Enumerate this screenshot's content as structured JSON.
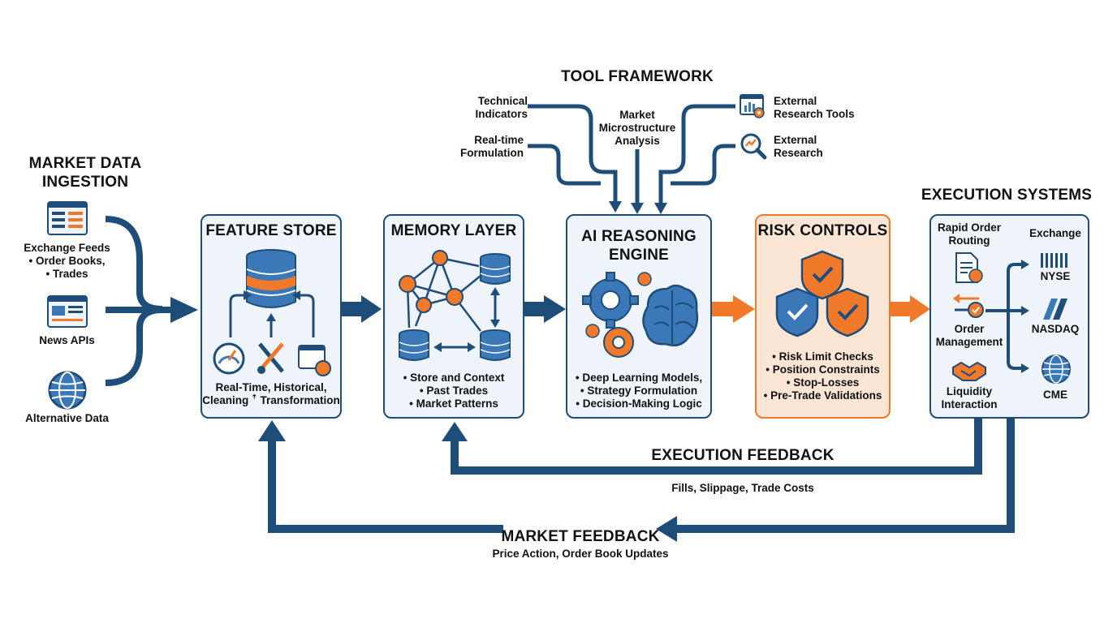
{
  "tool_framework": {
    "title": "TOOL FRAMEWORK",
    "technical_indicators": "Technical\nIndicators",
    "realtime_formulation": "Real-time\nFormulation",
    "market_microstructure": "Market\nMicrostructure\nAnalysis",
    "external_research_tools": "External\nResearch Tools",
    "external_research": "External\nResearch"
  },
  "ingestion": {
    "title": "MARKET DATA\nINGESTION",
    "exchange_feeds": "Exchange Feeds\n• Order Books,\n• Trades",
    "news_apis": "News APIs",
    "alternative_data": "Alternative Data"
  },
  "feature_store": {
    "title": "FEATURE STORE",
    "desc": "Real-Time, Historical,\nCleaning ꜛ Transformation"
  },
  "memory_layer": {
    "title": "MEMORY LAYER",
    "desc": "• Store and Context\n• Past Trades\n• Market Patterns"
  },
  "ai_engine": {
    "title": "AI REASONING\nENGINE",
    "desc": "• Deep Learning Models,\n• Strategy Formulation\n• Decision-Making Logic"
  },
  "risk_controls": {
    "title": "RISK CONTROLS",
    "desc": "• Risk Limit Checks\n• Position Constraints\n• Stop-Losses\n• Pre-Trade Validations"
  },
  "execution": {
    "title": "EXECUTION SYSTEMS",
    "rapid_routing": "Rapid Order\nRouting",
    "order_management": "Order\nManagement",
    "liquidity": "Liquidity\nInteraction",
    "exchange_label": "Exchange",
    "nyse": "NYSE",
    "nasdaq": "NASDAQ",
    "cme": "CME"
  },
  "feedback": {
    "execution_title": "EXECUTION FEEDBACK",
    "execution_desc": "Fills, Slippage, Trade Costs",
    "market_title": "MARKET FEEDBACK",
    "market_desc": "Price Action, Order Book Updates"
  },
  "colors": {
    "navy": "#1f4d7a",
    "orange": "#f07a2a",
    "blue": "#3a78b8"
  }
}
